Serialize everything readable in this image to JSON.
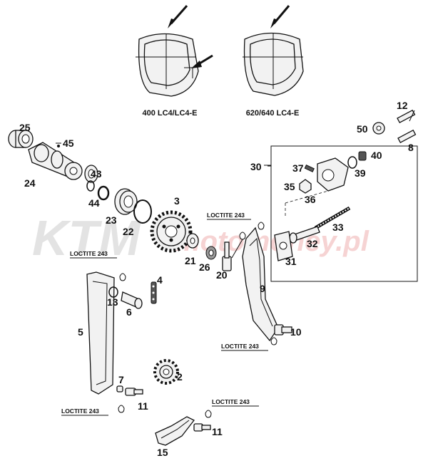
{
  "watermark": {
    "brand": "KTM",
    "site": "motomoney.pl"
  },
  "variants": [
    {
      "label": "400 LC4/LC4-E"
    },
    {
      "label": "620/640 LC4-E"
    }
  ],
  "loctite": [
    "LOCTITE 243",
    "LOCTITE 243",
    "LOCTITE 243",
    "LOCTITE 243",
    "LOCTITE 243"
  ],
  "callouts": [
    "25",
    "45",
    "24",
    "43",
    "44",
    "23",
    "22",
    "3",
    "21",
    "26",
    "20",
    "9",
    "30",
    "37",
    "35",
    "36",
    "40",
    "39",
    "12",
    "50",
    "8",
    "33",
    "32",
    "31",
    "4",
    "13",
    "6",
    "5",
    "7",
    "11",
    "2",
    "10",
    "11",
    "15"
  ]
}
